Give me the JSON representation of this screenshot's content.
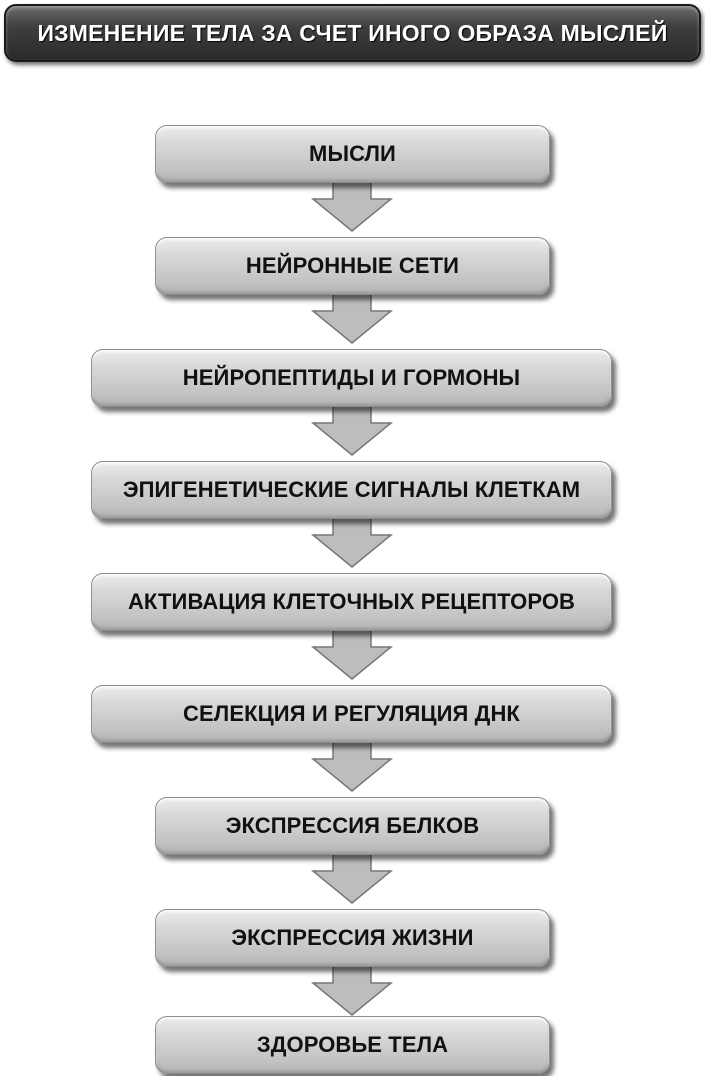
{
  "title": "ИЗМЕНЕНИЕ ТЕЛА ЗА СЧЕТ ИНОГО ОБРАЗА МЫСЛЕЙ",
  "steps": [
    "МЫСЛИ",
    "НЕЙРОННЫЕ СЕТИ",
    "НЕЙРОПЕПТИДЫ И ГОРМОНЫ",
    "ЭПИГЕНЕТИЧЕСКИЕ СИГНАЛЫ КЛЕТКАМ",
    "АКТИВАЦИЯ КЛЕТОЧНЫХ РЕЦЕПТОРОВ",
    "СЕЛЕКЦИЯ И РЕГУЛЯЦИЯ ДНК",
    "ЭКСПРЕССИЯ БЕЛКОВ",
    "ЭКСПРЕССИЯ ЖИЗНИ",
    "ЗДОРОВЬЕ ТЕЛА"
  ],
  "colors": {
    "title_bg": "#2a2a2a",
    "box_bg": "#d0d0d0",
    "arrow_fill": "#bdbdbd",
    "text": "#111111"
  }
}
